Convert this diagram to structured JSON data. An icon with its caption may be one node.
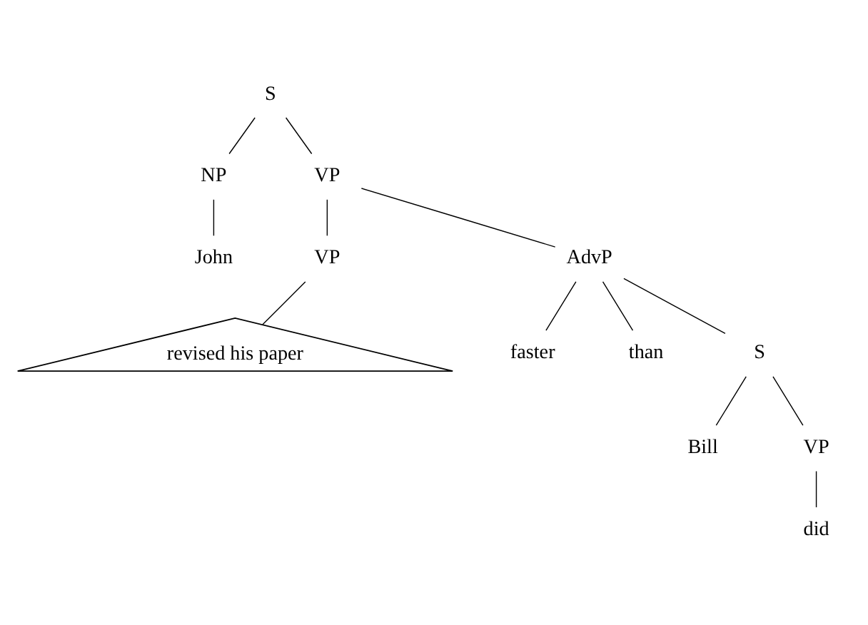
{
  "diagram": {
    "nodes": [
      {
        "text": [
          "S"
        ]
      },
      {
        "text": [
          "NP"
        ]
      },
      {
        "text": [
          "VP"
        ]
      },
      {
        "text": [
          "John"
        ]
      },
      {
        "text": [
          "VP"
        ]
      },
      {
        "text": [
          "AdvP"
        ]
      },
      {
        "text": [
          "revised his paper"
        ]
      },
      {
        "text": [
          "faster"
        ]
      },
      {
        "text": [
          "than"
        ]
      },
      {
        "text": [
          "S"
        ]
      },
      {
        "text": [
          "Bill"
        ]
      },
      {
        "text": [
          "VP"
        ]
      },
      {
        "text": [
          "did"
        ]
      }
    ],
    "edges": [
      {
        "from": 0,
        "to": 1,
        "arrow": "none"
      },
      {
        "from": 0,
        "to": 2,
        "arrow": "none"
      },
      {
        "from": 1,
        "to": 3,
        "arrow": "none"
      },
      {
        "from": 2,
        "to": 4,
        "arrow": "none"
      },
      {
        "from": 2,
        "to": 5,
        "arrow": "none"
      },
      {
        "from": 4,
        "to": 6,
        "arrow": "none"
      },
      {
        "from": 5,
        "to": 7,
        "arrow": "none"
      },
      {
        "from": 5,
        "to": 8,
        "arrow": "none"
      },
      {
        "from": 5,
        "to": 9,
        "arrow": "none"
      },
      {
        "from": 9,
        "to": 10,
        "arrow": "none"
      },
      {
        "from": 9,
        "to": 11,
        "arrow": "none"
      },
      {
        "from": 11,
        "to": 12,
        "arrow": "none"
      }
    ]
  }
}
